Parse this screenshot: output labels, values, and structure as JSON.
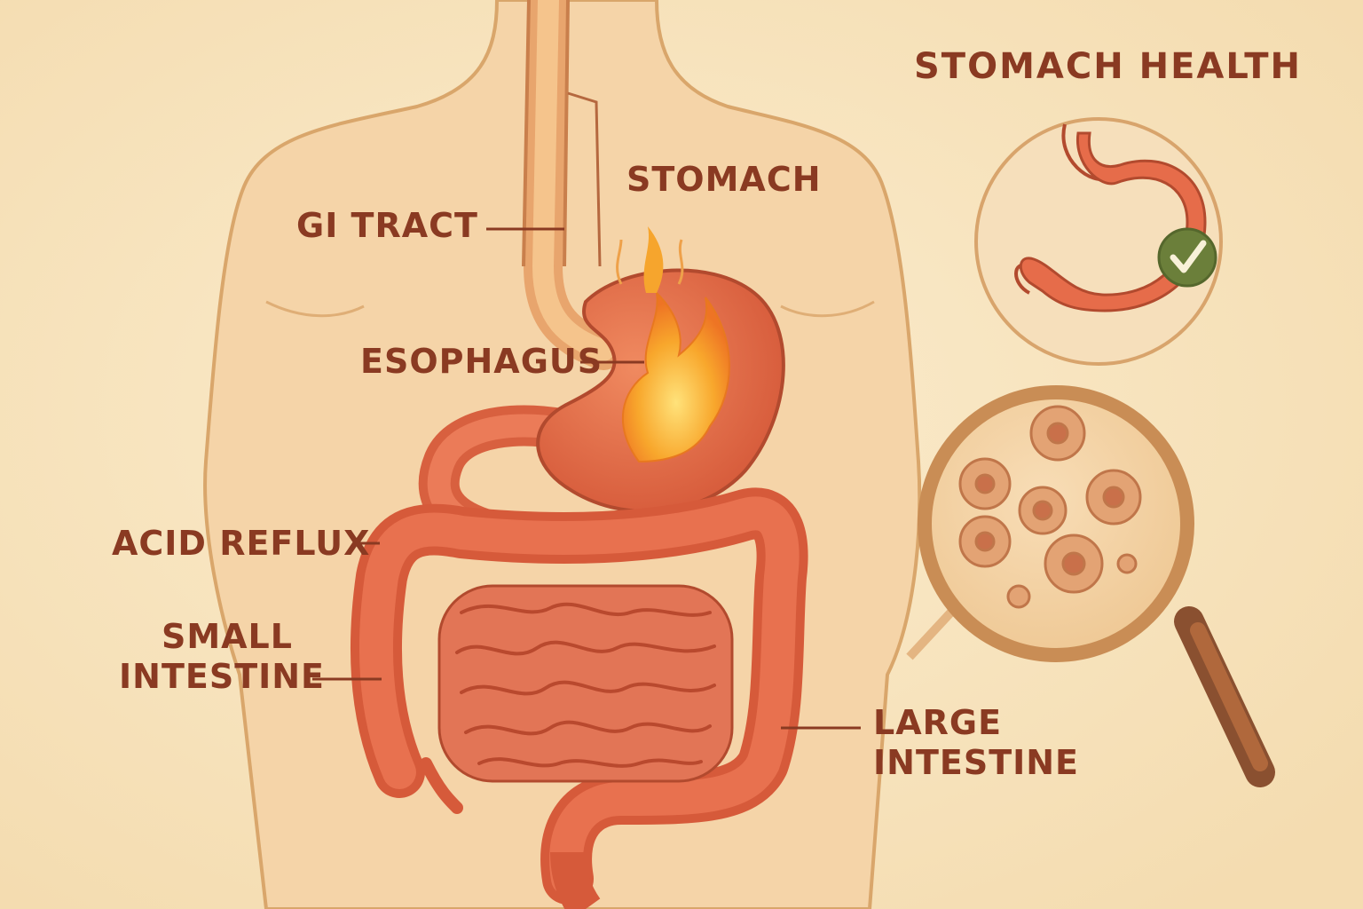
{
  "title": "STOMACH HEALTH",
  "labels": {
    "stomach": "STOMACH",
    "gi_tract": "GI TRACT",
    "esophagus": "ESOPHAGUS",
    "acid_reflux": "ACID REFLUX",
    "small_intestine_1": "SMALL",
    "small_intestine_2": "INTESTINE",
    "large_intestine_1": "LARGE",
    "large_intestine_2": "INTESTINE"
  },
  "icons": {
    "healthy_check": "check-icon",
    "magnifier": "magnifying-glass-icon"
  },
  "colors": {
    "background": "#f8e6c4",
    "skin": "#f5d4a8",
    "organ": "#e8714f",
    "organ_outline": "#b24a2e",
    "flame": "#f7a12a",
    "text": "#8a3a22",
    "check_badge": "#6b7f3a"
  }
}
